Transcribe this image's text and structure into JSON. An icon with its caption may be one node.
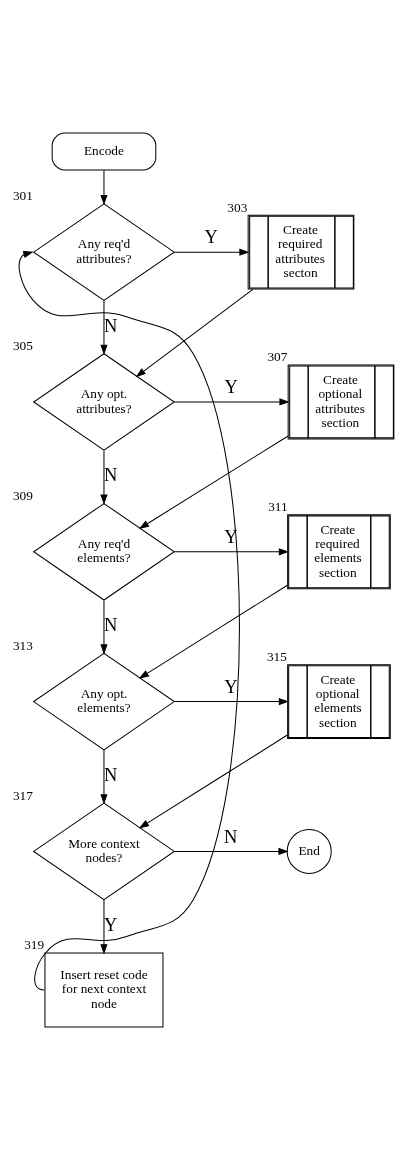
{
  "diagram": {
    "nodes": [
      {
        "text": [
          "Encode"
        ]
      },
      {
        "text": [
          "Any req'd attributes?"
        ],
        "beside": [
          "301"
        ]
      },
      {
        "text": [
          "Create required attributes secton"
        ],
        "beside": [
          "303"
        ]
      },
      {
        "text": [
          "Any opt. attributes?"
        ],
        "beside": [
          "305"
        ]
      },
      {
        "text": [
          "Create optional attributes section"
        ],
        "beside": [
          "307"
        ]
      },
      {
        "text": [
          "Any req'd elements?"
        ],
        "beside": [
          "309"
        ]
      },
      {
        "text": [
          "Create required elements section"
        ],
        "beside": [
          "311"
        ]
      },
      {
        "text": [
          "Any opt. elements?"
        ],
        "beside": [
          "313"
        ]
      },
      {
        "text": [
          "Create optional elements section"
        ],
        "beside": [
          "315"
        ]
      },
      {
        "text": [
          "More context nodes?"
        ],
        "beside": [
          "317"
        ]
      },
      {
        "text": [
          "End"
        ]
      },
      {
        "text": [
          "Insert reset code for next context node"
        ],
        "beside": [
          "319"
        ]
      }
    ],
    "edges": [
      {
        "from": 0,
        "to": 1,
        "arrow": "to"
      },
      {
        "from": 1,
        "to": 2,
        "arrow": "to",
        "label": "Y"
      },
      {
        "from": 1,
        "to": 3,
        "arrow": "to",
        "label": "N"
      },
      {
        "from": 2,
        "to": 3,
        "arrow": "to"
      },
      {
        "from": 3,
        "to": 4,
        "arrow": "to",
        "label": "Y"
      },
      {
        "from": 3,
        "to": 5,
        "arrow": "to",
        "label": "N"
      },
      {
        "from": 4,
        "to": 5,
        "arrow": "to"
      },
      {
        "from": 5,
        "to": 6,
        "arrow": "to",
        "label": "Y"
      },
      {
        "from": 5,
        "to": 7,
        "arrow": "to",
        "label": "N"
      },
      {
        "from": 6,
        "to": 7,
        "arrow": "to"
      },
      {
        "from": 7,
        "to": 8,
        "arrow": "to",
        "label": "Y"
      },
      {
        "from": 7,
        "to": 9,
        "arrow": "to",
        "label": "N"
      },
      {
        "from": 8,
        "to": 9,
        "arrow": "to"
      },
      {
        "from": 9,
        "to": 10,
        "arrow": "to",
        "label": "N"
      },
      {
        "from": 9,
        "to": 11,
        "arrow": "to",
        "label": "Y"
      },
      {
        "from": 11,
        "to": 1,
        "arrow": "to"
      }
    ]
  }
}
